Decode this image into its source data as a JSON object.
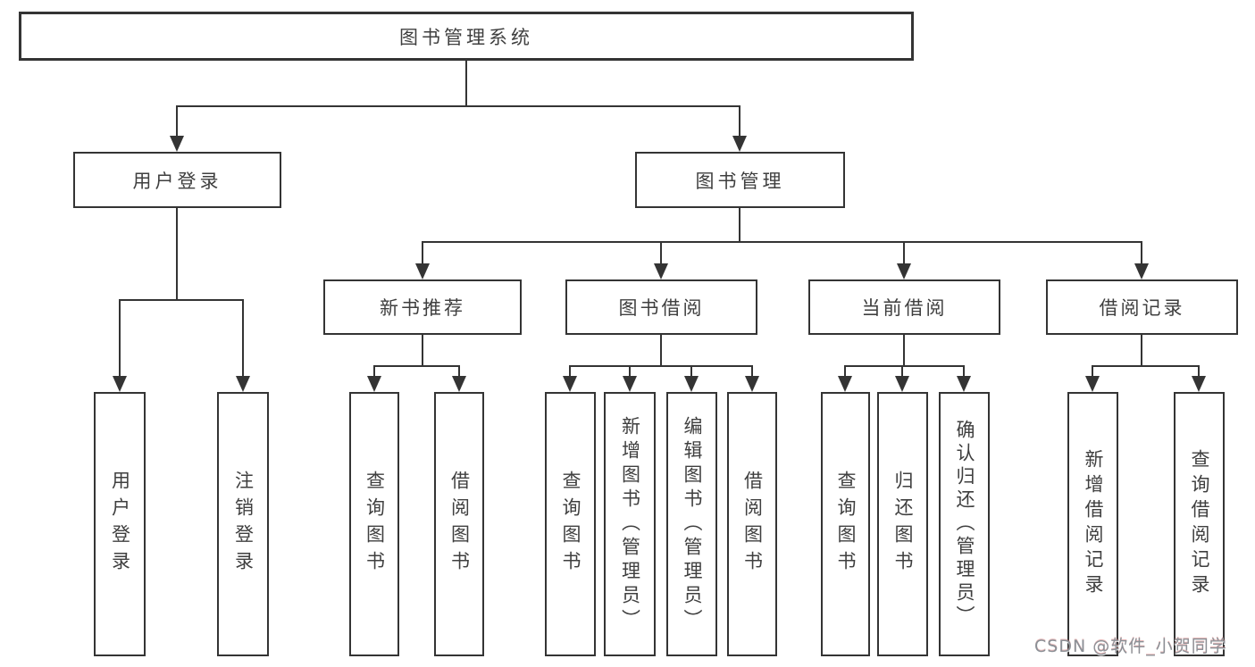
{
  "diagram": {
    "root": {
      "label": "图书管理系统"
    },
    "level1": {
      "user_login": {
        "label": "用户登录"
      },
      "book_mgmt": {
        "label": "图书管理"
      }
    },
    "level2": {
      "new_books": {
        "label": "新书推荐"
      },
      "borrow": {
        "label": "图书借阅"
      },
      "current": {
        "label": "当前借阅"
      },
      "records": {
        "label": "借阅记录"
      }
    },
    "leaves": {
      "login": {
        "label": "用户登录"
      },
      "logout": {
        "label": "注销登录"
      },
      "nb_query": {
        "label": "查询图书"
      },
      "nb_borrow": {
        "label": "借阅图书"
      },
      "bw_query": {
        "label": "查询图书"
      },
      "bw_add": {
        "label": "新增图书（管理员）"
      },
      "bw_edit": {
        "label": "编辑图书（管理员）"
      },
      "bw_borrow": {
        "label": "借阅图书"
      },
      "cu_query": {
        "label": "查询图书"
      },
      "cu_return": {
        "label": "归还图书"
      },
      "cu_confirm": {
        "label": "确认归还（管理员）"
      },
      "rc_add": {
        "label": "新增借阅记录"
      },
      "rc_query": {
        "label": "查询借阅记录"
      }
    }
  },
  "watermark": {
    "text": "CSDN @软件_小贺同学"
  },
  "colors": {
    "line": "#343434",
    "box_border": "#343434",
    "text": "#3f3f3f",
    "background": "#ffffff",
    "watermark": "#8b9096"
  }
}
